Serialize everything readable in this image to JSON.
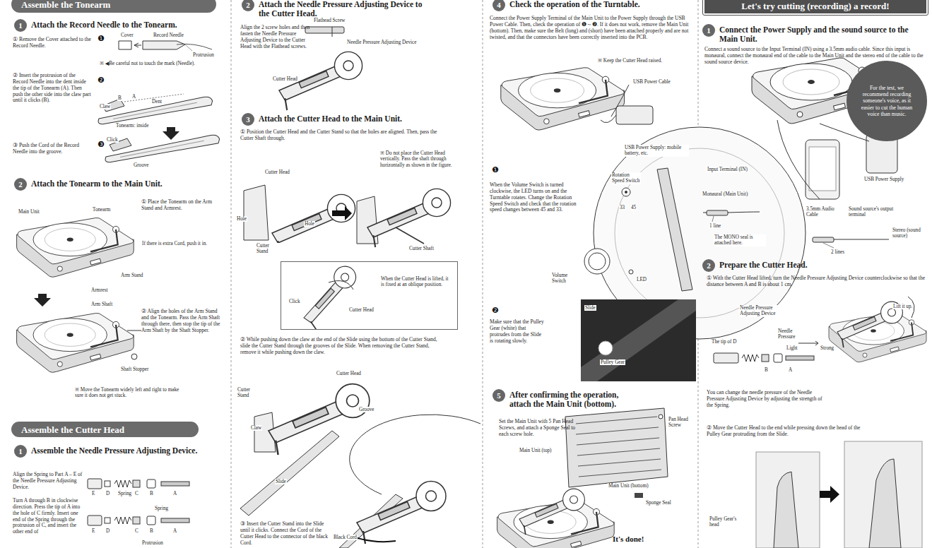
{
  "diagram": {
    "nodes": [
      {
        "text": [
          "Assemble the Tonearm"
        ]
      },
      {
        "text": [
          "1",
          "Attach the Record Needle to the Tonearm."
        ]
      },
      {
        "text": [
          "2",
          "Attach the Tonearm to the Main Unit."
        ]
      },
      {
        "text": [
          "Assemble the Cutter Head"
        ]
      },
      {
        "text": [
          "1",
          "Assemble the Needle Pressure Adjusting Device."
        ]
      },
      {
        "text": [
          "2",
          "Attach the Needle Pressure Adjusting Device to the Cutter Head."
        ]
      },
      {
        "text": [
          "3",
          "Attach the Cutter Head to the Main Unit."
        ]
      },
      {
        "text": [
          "When the Cutter Head is lifted, it is fixed at an oblique position.",
          "Click",
          "Cutter Head"
        ]
      },
      {
        "text": [
          "4",
          "Check the operation of the Turntable."
        ]
      },
      {
        "text": [
          "5",
          "After confirming the operation, attach the Main Unit (bottom)."
        ]
      },
      {
        "text": [
          "Let's try cutting (recording) a record!"
        ]
      },
      {
        "text": [
          "1",
          "Connect the Power Supply and the sound source to the Main Unit."
        ]
      },
      {
        "text": [
          "For the test, we recommend recording someone's voice, as it easier to cut the human voice than music."
        ]
      },
      {
        "text": [
          "2",
          "Prepare the Cutter Head."
        ]
      }
    ],
    "labels": [
      "① Remove the Cover attached to the Record Needle.",
      "❶",
      "Cover",
      "Record Needle",
      "Protrusion",
      "※ ◀Be careful not to touch the mark (Needle).",
      "② Insert the protrusion of the Record Needle into the dent inside the tip of the Tonearm (A). Then push the other side into the claw part until it clicks (B).",
      "❷",
      "Claw",
      "B",
      "A",
      "Dent",
      "Tonearm: inside",
      "③ Push the Cord of the Record Needle into the groove.",
      "❸",
      "Click",
      "Groove",
      "Main Unit",
      "Tonearm",
      "① Place the Tonearm on the Arm Stand and Armrest.",
      "If there is extra Cord, push it in.",
      "Arm Stand",
      "Armrest",
      "Arm Shaft",
      "② Align the holes of the Arm Stand and the Tonearm. Pass the Arm Shaft through there, then stop the tip of the Arm Shaft by the Shaft Stopper.",
      "Shaft Stopper",
      "※ Move the Tonearm widely left and right to make sure it does not get stuck.",
      "Align the Spring to Part A – E of the Needle Pressure Adjusting Device.",
      "E",
      "D",
      "Spring",
      "C",
      "B",
      "A",
      "Turn A through B in clockwise direction. Press the tip of A into the hole of C firmly. Insert one end of the Spring through the protrusion of C, and insert the other end of",
      "Spring",
      "E",
      "D",
      "C",
      "B",
      "A",
      "Protrusion",
      "Align the 2 screw holes and then fasten the Needle Pressure Adjusting Device to the Cutter Head with the Flathead screws.",
      "Flathead Screw",
      "Needle Pressure Adjusting Device",
      "Cutter Head",
      "① Position the Cutter Head and the Cutter Stand so that the holes are aligned. Then, pass the Cutter Shaft through.",
      "※ Do not place the Cutter Head vertically. Pass the shaft through horizontally as shown in the figure.",
      "Cutter Head",
      "Hole",
      "Hole",
      "Cutter Stand",
      "Cutter Shaft",
      "② While pushing down the claw at the end of the Slide using the bottom of the Cutter Stand, slide the Cutter Stand through the grooves of the Slide. When removing the Cutter Stand, remove it while pushing down the claw.",
      "Cutter Head",
      "Cutter Stand",
      "Groove",
      "Claw",
      "Slide",
      "③ Insert the Cutter Stand into the Slide until it clicks. Connect the Cord of the Cutter Head to the connector of the black Cord.",
      "Black Cord",
      "Connect the Power Supply Terminal of the Main Unit to the Power Supply through the USB Power Cable. Then, check the operation of ❶～❷. If it does not work, remove the Main Unit (bottom). Then, make sure the Belt (long) and (short) have been attached properly and are not twisted, and that the connectors have been correctly inserted into the PCB.",
      "※ Keep the Cutter Head raised.",
      "USB Power Cable",
      "USB Power Supply: mobile battery, etc.",
      "❶",
      "When the Volume Switch is turned clockwise, the LED turns on and the Turntable rotates. Change the Rotation Speed Switch and check that the rotation speed changes between 45 and 33.",
      "Rotation Speed Switch",
      "33",
      "45",
      "Volume Switch",
      "LED",
      "❷",
      "Make sure that the Pulley Gear (white) that protrudes from the Slide is rotating slowly.",
      "Slide",
      "Pulley Gear",
      "Set the Main Unit with 5 Pan Head Screws, and attach a Sponge Seal to each screw hole.",
      "Main Unit (top)",
      "Pan Head Screw",
      "Main Unit (bottom)",
      "Sponge Seal",
      "It's done!",
      "Connect a sound source to the Input Terminal (IN) using a 3.5mm audio cable. Since this input is monaural, connect the monaural end of the cable to the Main Unit and the stereo end of the cable to the sound source device.",
      "Input Terminal (IN)",
      "USB Power Supply",
      "Monaural (Main Unit)",
      "3.5mm Audio Cable",
      "Sound source's output terminal",
      "1 line",
      "The MONO seal is attached here.",
      "Stereo (sound source)",
      "2 lines",
      "① With the Cutter Head lifted, turn the Needle Pressure Adjusting Device counterclockwise so that the distance between A and B is about 1 cm.",
      "Needle Pressure Adjusting Device",
      "Lift it up.",
      "Needle Pressure",
      "The tip of D",
      "Light",
      "Strong",
      "B",
      "A",
      "You can change the needle pressure of the Needle Pressure Adjusting Device by adjusting the strength of the Spring.",
      "② Move the Cutter Head to the end while pressing down the head of the Pulley Gear protruding from the Slide.",
      "Pulley Gear's head"
    ]
  }
}
